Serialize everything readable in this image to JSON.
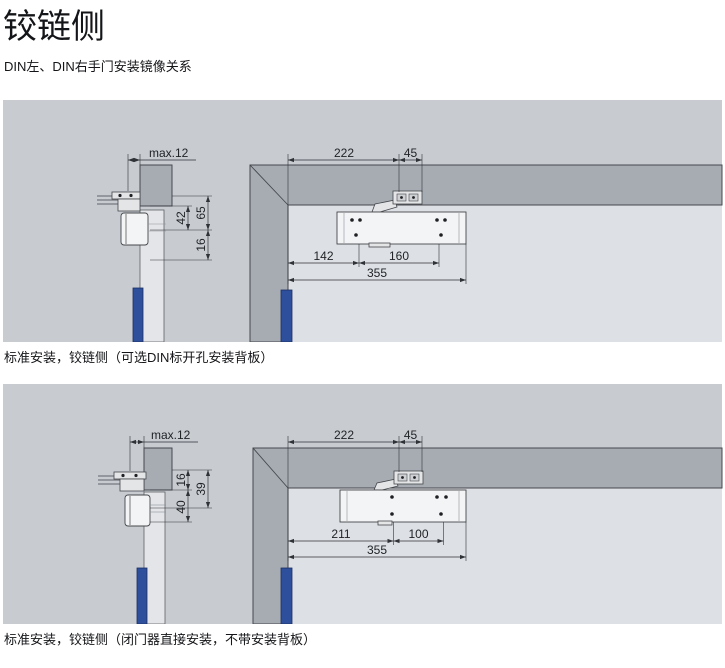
{
  "header": {
    "title": "铰链侧",
    "subtitle": "DIN左、DIN右手门安装镜像关系"
  },
  "figures": [
    {
      "caption": "标准安装，铰链侧（可选DIN标开孔安装背板）",
      "side_view": {
        "max_label": "max.12",
        "dims": [
          "42",
          "65",
          "16"
        ]
      },
      "front_view": {
        "top_dims": [
          "222",
          "45"
        ],
        "bottom_dims": [
          "142",
          "160"
        ],
        "overall": "355"
      }
    },
    {
      "caption": "标准安装，铰链侧（闭门器直接安装，不带安装背板）",
      "side_view": {
        "max_label": "max.12",
        "dims": [
          "16",
          "39",
          "40"
        ]
      },
      "front_view": {
        "top_dims": [
          "222",
          "45"
        ],
        "bottom_dims": [
          "211",
          "100"
        ],
        "overall": "355"
      }
    }
  ],
  "colors": {
    "panel_background": "#c8ccd1",
    "frame": "#a7acb3",
    "opening": "#dde0e4",
    "hinge_blue": "#2d4f9c"
  }
}
